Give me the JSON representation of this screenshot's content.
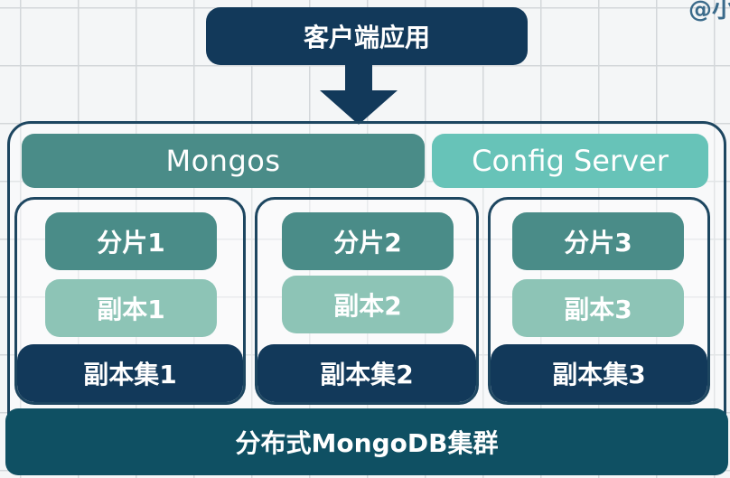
{
  "client": {
    "label": "客户端应用"
  },
  "mongos": {
    "label": "Mongos"
  },
  "config_server": {
    "label": "Config Server"
  },
  "replica_sets": [
    {
      "shard": "分片1",
      "replica": "副本1",
      "label": "副本集1"
    },
    {
      "shard": "分片2",
      "replica": "副本2",
      "label": "副本集2"
    },
    {
      "shard": "分片3",
      "replica": "副本3",
      "label": "副本集3"
    }
  ],
  "cluster": {
    "label": "分布式MongoDB集群"
  },
  "watermark": {
    "text": "@小"
  },
  "colors": {
    "dark_navy": "#12395a",
    "teal": "#4a8c88",
    "light_teal": "#67c3b8",
    "mint": "#8dc4b6",
    "cluster_bar": "#0f5063"
  }
}
